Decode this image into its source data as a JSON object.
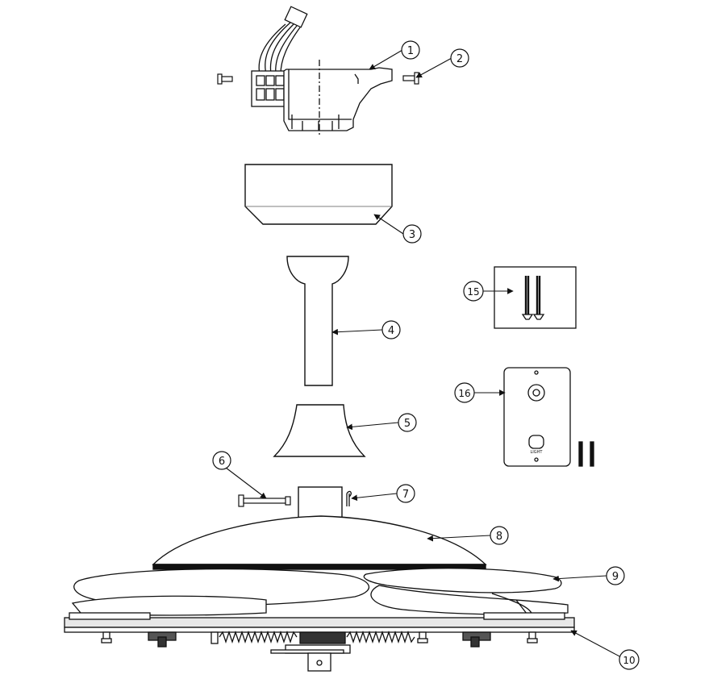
{
  "diagram": {
    "callouts": [
      {
        "id": "1",
        "label": "1"
      },
      {
        "id": "2",
        "label": "2"
      },
      {
        "id": "3",
        "label": "3"
      },
      {
        "id": "4",
        "label": "4"
      },
      {
        "id": "5",
        "label": "5"
      },
      {
        "id": "6",
        "label": "6"
      },
      {
        "id": "7",
        "label": "7"
      },
      {
        "id": "8",
        "label": "8"
      },
      {
        "id": "9",
        "label": "9"
      },
      {
        "id": "10",
        "label": "10"
      },
      {
        "id": "15",
        "label": "15"
      },
      {
        "id": "16",
        "label": "16"
      }
    ],
    "wall_control": {
      "button_label": "LIGHT"
    }
  }
}
